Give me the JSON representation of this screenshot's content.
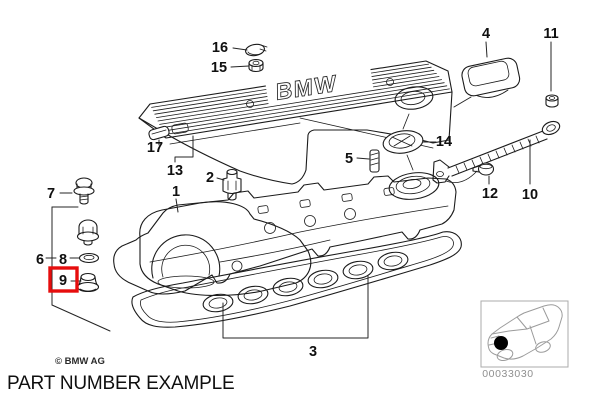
{
  "page": {
    "caption": "PART NUMBER EXAMPLE"
  },
  "diagram": {
    "copyright": "© BMW AG",
    "diagram_number": "00033030",
    "engine_cover_text": "BMW",
    "highlight": {
      "part": "9",
      "color": "#e60d0d"
    },
    "parts": [
      {
        "label": "1"
      },
      {
        "label": "2"
      },
      {
        "label": "3"
      },
      {
        "label": "4"
      },
      {
        "label": "5"
      },
      {
        "label": "6"
      },
      {
        "label": "7"
      },
      {
        "label": "8"
      },
      {
        "label": "9"
      },
      {
        "label": "10"
      },
      {
        "label": "11"
      },
      {
        "label": "12"
      },
      {
        "label": "13"
      },
      {
        "label": "14"
      },
      {
        "label": "15"
      },
      {
        "label": "16"
      },
      {
        "label": "17"
      }
    ]
  }
}
